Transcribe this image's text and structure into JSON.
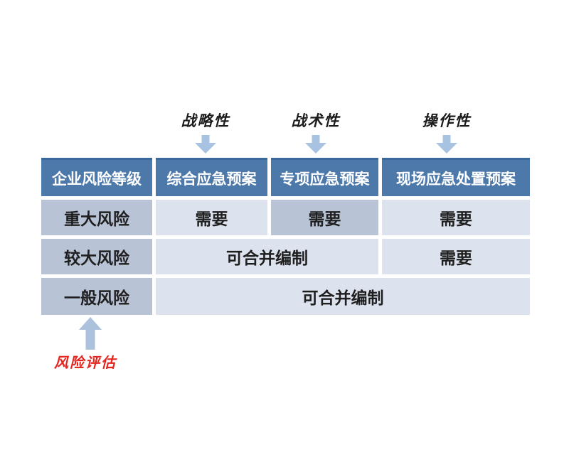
{
  "top_labels": [
    {
      "text": "战略性"
    },
    {
      "text": "战术性"
    },
    {
      "text": "操作性"
    }
  ],
  "table": {
    "headers": [
      "企业风险等级",
      "综合应急预案",
      "专项应急预案",
      "现场应急处置预案"
    ],
    "rows": [
      {
        "level": "重大风险",
        "cells": [
          {
            "text": "需要",
            "span": 1,
            "variant": "light"
          },
          {
            "text": "需要",
            "span": 1,
            "variant": "dark"
          },
          {
            "text": "需要",
            "span": 1,
            "variant": "light"
          }
        ]
      },
      {
        "level": "较大风险",
        "cells": [
          {
            "text": "可合并编制",
            "span": 2,
            "variant": "light"
          },
          {
            "text": "需要",
            "span": 1,
            "variant": "light"
          }
        ]
      },
      {
        "level": "一般风险",
        "cells": [
          {
            "text": "可合并编制",
            "span": 3,
            "variant": "light"
          }
        ]
      }
    ]
  },
  "bottom_label": {
    "text": "风险评估"
  },
  "colors": {
    "header_bg": "#4d79aa",
    "header_top_border": "#3a6a9d",
    "level_cell_bg": "#b9c3d6",
    "highlight_cell_bg": "#b9c3d6",
    "light_cell_bg": "#dde3ee",
    "down_arrow": "#a8c3e2",
    "up_arrow": "#abc1dc",
    "header_text": "#ffffff",
    "body_text": "#1f1f1f",
    "annotation_text": "#1c1c1c",
    "risk_assessment_text": "#e5251f"
  }
}
